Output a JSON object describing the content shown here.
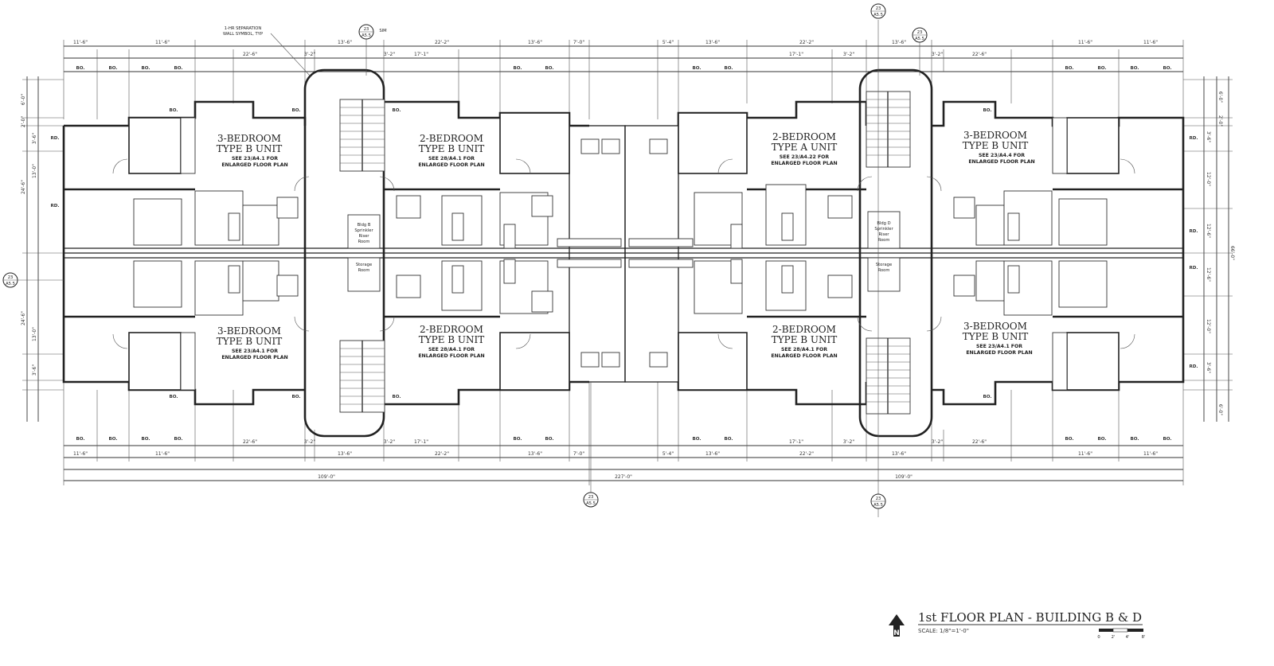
{
  "title": "1st FLOOR PLAN - BUILDING B & D",
  "scale_label": "SCALE: 1/8\"=1'-0\"",
  "scale_bar_ticks": [
    "0",
    "2'",
    "4'",
    "8'"
  ],
  "separation_note": {
    "line1": "1-HR SEPARATION",
    "line2": "WALL SYMBOL, TYP"
  },
  "units": {
    "u1": {
      "line1": "3-BEDROOM",
      "line2": "TYPE B UNIT",
      "note1": "SEE 23/A4.1 FOR",
      "note2": "ENLARGED FLOOR PLAN"
    },
    "u2": {
      "line1": "2-BEDROOM",
      "line2": "TYPE B UNIT",
      "note1": "SEE 28/A4.1 FOR",
      "note2": "ENLARGED FLOOR PLAN"
    },
    "u3": {
      "line1": "2-BEDROOM",
      "line2": "TYPE A UNIT",
      "note1": "SEE 23/A4.22 FOR",
      "note2": "ENLARGED FLOOR PLAN"
    },
    "u4": {
      "line1": "3-BEDROOM",
      "line2": "TYPE B UNIT",
      "note1": "SEE 23/A4.4 FOR",
      "note2": "ENLARGED FLOOR PLAN"
    },
    "u5": {
      "line1": "3-BEDROOM",
      "line2": "TYPE B UNIT",
      "note1": "SEE 23/A4.1 FOR",
      "note2": "ENLARGED FLOOR PLAN"
    },
    "u6": {
      "line1": "2-BEDROOM",
      "line2": "TYPE B UNIT",
      "note1": "SEE 28/A4.1 FOR",
      "note2": "ENLARGED FLOOR PLAN"
    },
    "u7": {
      "line1": "2-BEDROOM",
      "line2": "TYPE B UNIT",
      "note1": "SEE 28/A4.1 FOR",
      "note2": "ENLARGED FLOOR PLAN"
    },
    "u8": {
      "line1": "3-BEDROOM",
      "line2": "TYPE B UNIT",
      "note1": "SEE 23/A4.1 FOR",
      "note2": "ENLARGED FLOOR PLAN"
    }
  },
  "storage_rooms": {
    "left_upper": {
      "line1": "Bldg B",
      "line2": "Sprinkler",
      "line3": "Riser",
      "line4": "Room"
    },
    "left_lower": {
      "line1": "Storage",
      "line2": "Room"
    },
    "right_upper": {
      "line1": "Bldg D",
      "line2": "Sprinkler",
      "line3": "Riser",
      "line4": "Room"
    },
    "right_lower": {
      "line1": "Storage",
      "line2": "Room"
    }
  },
  "dimensions": {
    "top_outer": [
      "11'-6\"",
      "11'-6\"",
      "13'-6\"",
      "22'-2\"",
      "13'-6\"",
      "7'-0\"",
      "5'-4\"",
      "13'-6\"",
      "22'-2\"",
      "13'-6\"",
      "11'-6\"",
      "11'-6\""
    ],
    "top_inner": [
      "22'-6\"",
      "3'-2\"",
      "3'-2\"",
      "17'-1\"",
      "17'-1\"",
      "3'-2\"",
      "3'-2\"",
      "22'-6\""
    ],
    "bottom_outer": [
      "11'-6\"",
      "11'-6\"",
      "13'-6\"",
      "22'-2\"",
      "13'-6\"",
      "7'-0\"",
      "5'-4\"",
      "13'-6\"",
      "22'-2\"",
      "13'-6\"",
      "11'-6\"",
      "11'-6\""
    ],
    "bottom_inner": [
      "22'-6\"",
      "3'-2\"",
      "3'-2\"",
      "17'-1\"",
      "17'-1\"",
      "3'-2\"",
      "3'-2\"",
      "22'-6\""
    ],
    "overall_left": "109'-0\"",
    "overall_center": "227'-0\"",
    "overall_right": "109'-0\"",
    "left_side": [
      "6'-0\"",
      "2'-0\"",
      "3'-6\"",
      "13'-0\"",
      "24'-6\"",
      "24'-6\"",
      "13'-0\"",
      "3'-6\""
    ],
    "right_side": [
      "6'-0\"",
      "2'-0\"",
      "3'-6\"",
      "12'-0\"",
      "12'-6\"",
      "66'-0\"",
      "12'-6\"",
      "12'-0\"",
      "3'-6\"",
      "6'-0\""
    ]
  },
  "bo_label": "BO.",
  "rd_label": "RD.",
  "callouts": {
    "top_left_stair": {
      "num": "23",
      "sheet": "A5.5"
    },
    "top_right_stair": {
      "num": "23",
      "sheet": "A5.5"
    },
    "top_right_section": {
      "num": "23",
      "sheet": "A5.5"
    },
    "left_section": {
      "num": "23",
      "sheet": "A5.5"
    },
    "bottom_left": {
      "num": "23",
      "sheet": "A5.5"
    },
    "bottom_right": {
      "num": "23",
      "sheet": "A5.5"
    },
    "sim_label": "SIM"
  },
  "north_arrow": "N"
}
